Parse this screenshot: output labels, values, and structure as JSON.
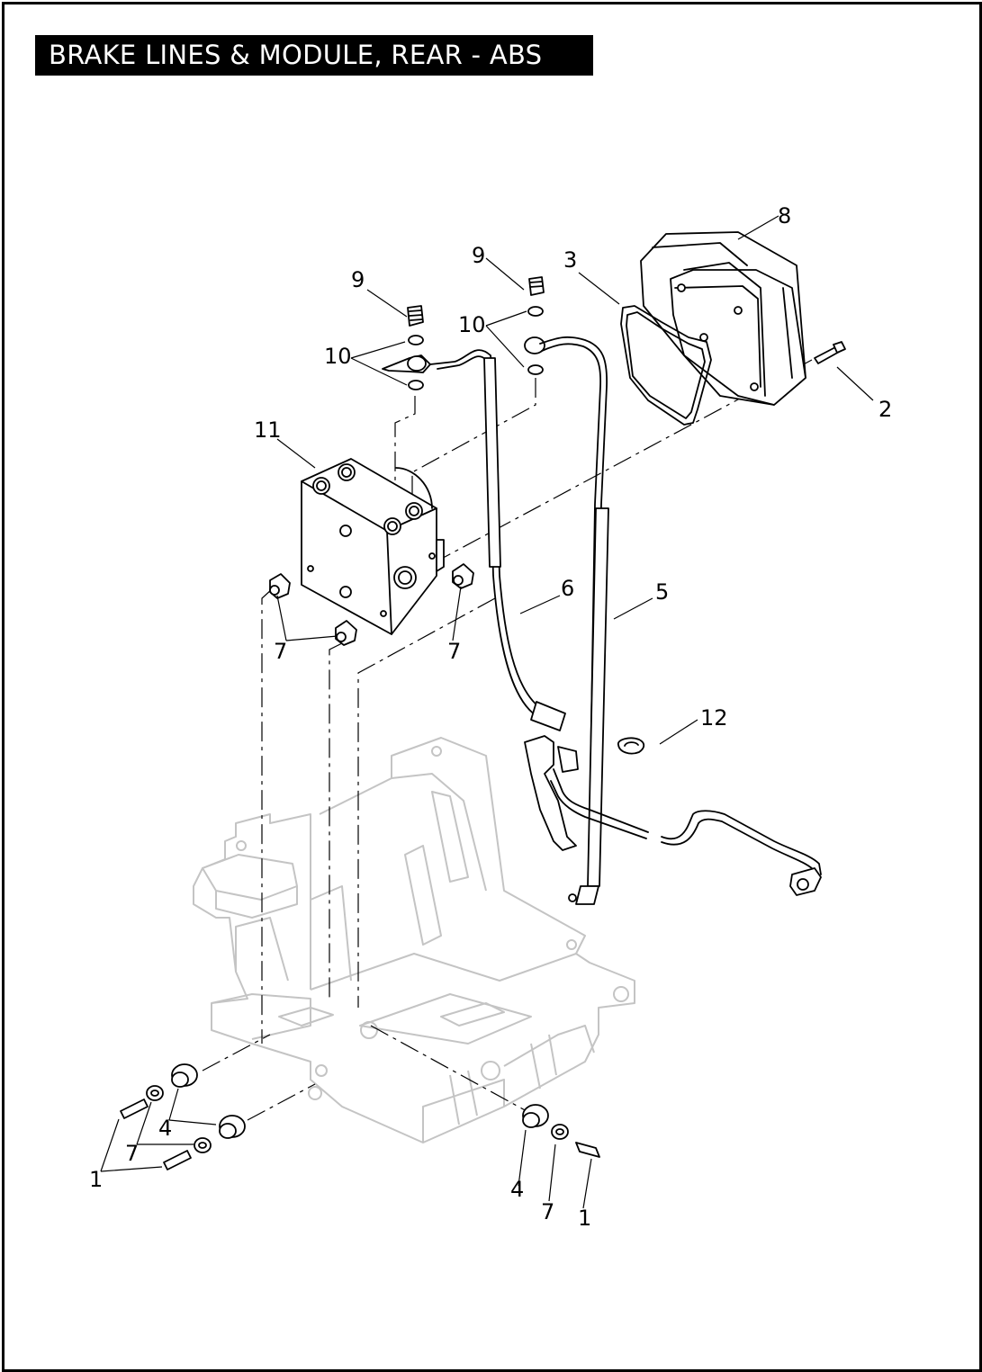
{
  "title": "BRAKE LINES & MODULE, REAR - ABS",
  "callouts": {
    "c1a": "1",
    "c1b": "1",
    "c2": "2",
    "c3": "3",
    "c4a": "4",
    "c4b": "4",
    "c5": "5",
    "c6": "6",
    "c7a": "7",
    "c7b": "7",
    "c7c": "7",
    "c7d": "7",
    "c8": "8",
    "c9a": "9",
    "c9b": "9",
    "c10a": "10",
    "c10b": "10",
    "c11": "11",
    "c12": "12"
  }
}
